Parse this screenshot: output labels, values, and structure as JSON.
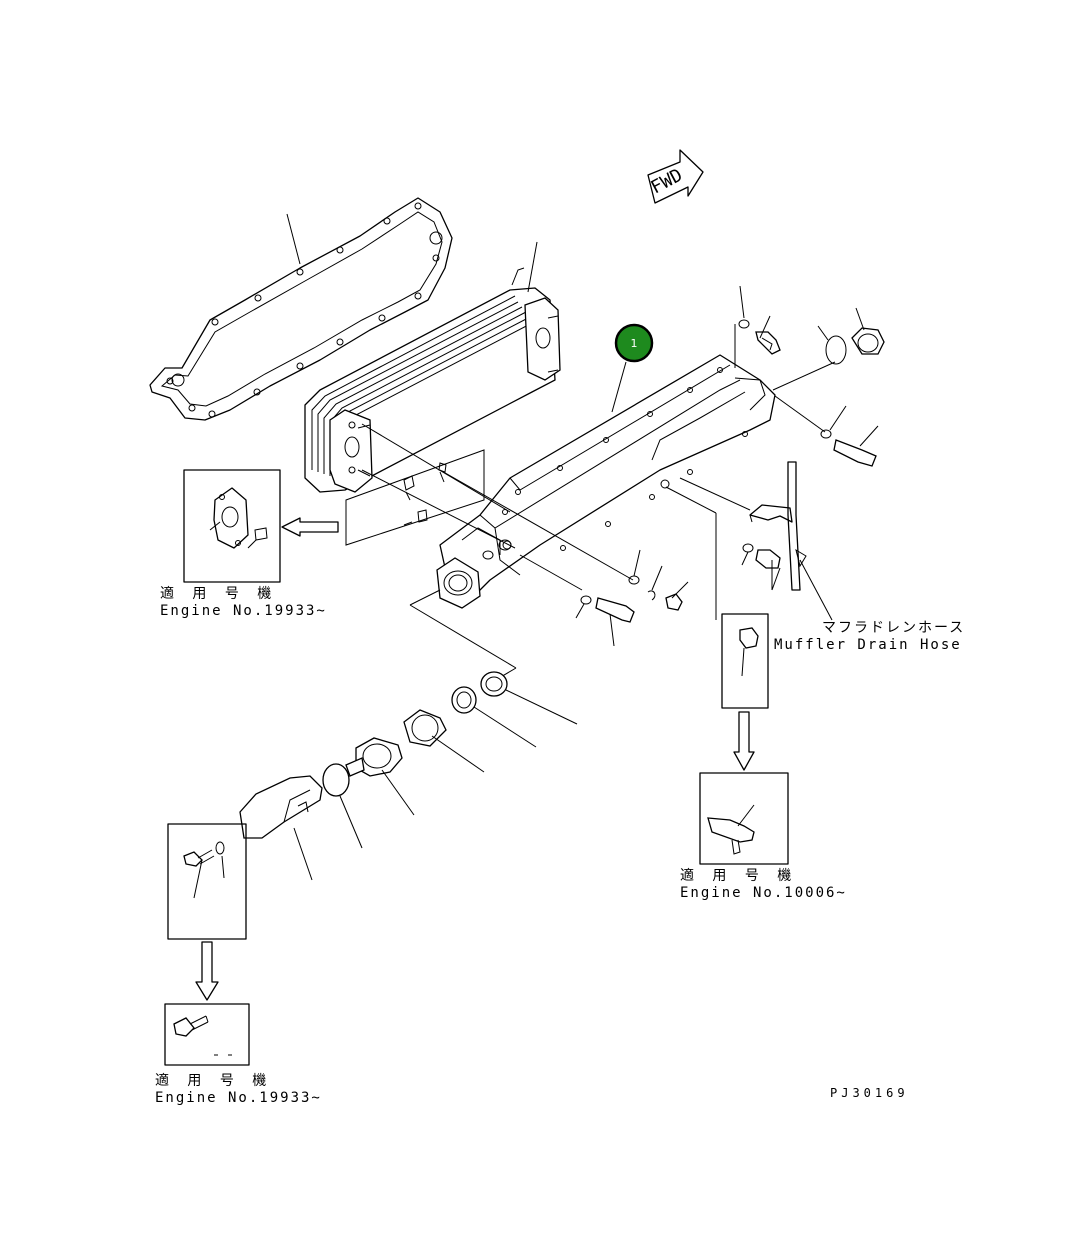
{
  "direction_arrow": {
    "text": "FWD"
  },
  "marker": {
    "number": "1",
    "color": "#1e8a1e"
  },
  "applicability": {
    "oil_cooler_inset": {
      "jp": "適 用 号 機",
      "en": "Engine No.19933~"
    },
    "drain_fitting_inset": {
      "jp": "適 用 号 機",
      "en": "Engine No.10006~"
    },
    "bolt_inset": {
      "jp": "適 用 号 機",
      "en": "Engine No.19933~"
    }
  },
  "callouts": {
    "muffler_drain_hose": {
      "jp": "マフラドレンホース",
      "en": "Muffler Drain Hose"
    }
  },
  "drawing_number": "PJ30169"
}
